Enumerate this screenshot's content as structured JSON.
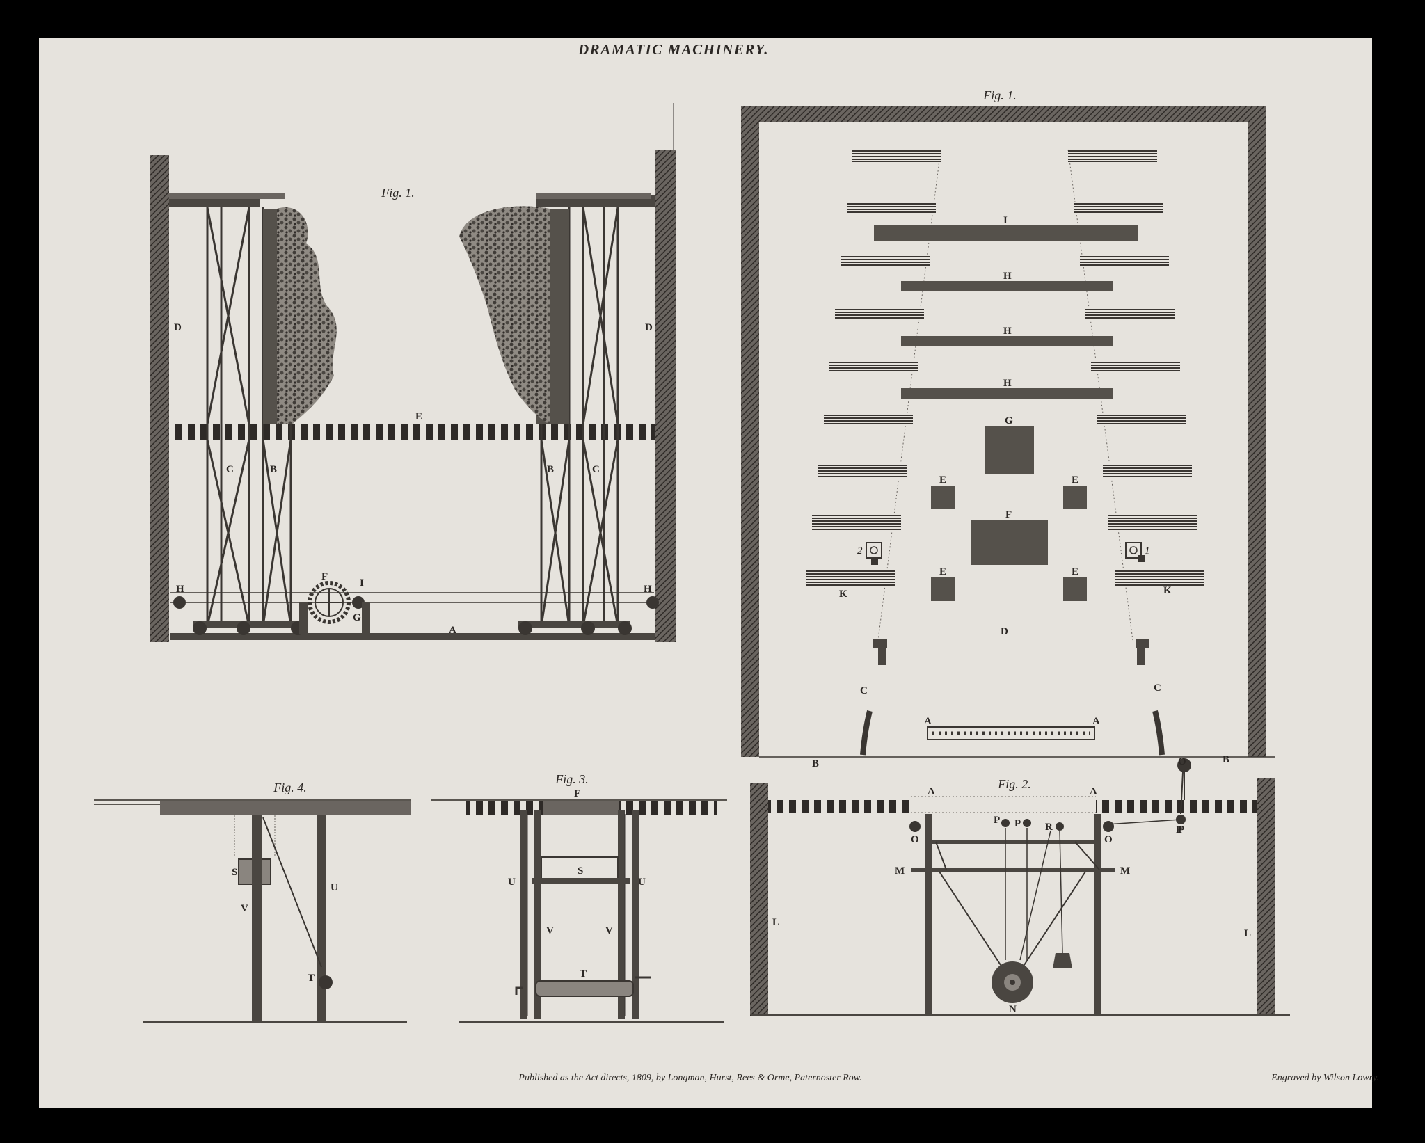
{
  "plate": {
    "title": "DRAMATIC MACHINERY.",
    "publisher_line": "Published as the Act directs, 1809, by Longman, Hurst, Rees & Orme, Paternoster Row.",
    "engraver_line": "Engraved by Wilson Lowry."
  },
  "figures": {
    "left_fig1": {
      "caption": "Fig. 1.",
      "labels": [
        "D",
        "D",
        "E",
        "C",
        "B",
        "B",
        "C",
        "F",
        "I",
        "H",
        "H",
        "G",
        "A"
      ]
    },
    "right_fig1": {
      "caption": "Fig. 1.",
      "labels": [
        "I",
        "H",
        "H",
        "H",
        "G",
        "E",
        "E",
        "F",
        "2",
        "1",
        "E",
        "E",
        "K",
        "K",
        "D",
        "C",
        "C",
        "A",
        "A",
        "B",
        "B"
      ]
    },
    "fig2": {
      "caption": "Fig. 2.",
      "labels": [
        "A",
        "A",
        "O",
        "O",
        "P",
        "P",
        "P",
        "R",
        "O",
        "P",
        "M",
        "M",
        "L",
        "L",
        "N"
      ]
    },
    "fig3": {
      "caption": "Fig. 3.",
      "labels": [
        "F",
        "S",
        "U",
        "U",
        "V",
        "V",
        "T"
      ]
    },
    "fig4": {
      "caption": "Fig. 4.",
      "labels": [
        "S",
        "U",
        "V",
        "T"
      ]
    }
  },
  "colors": {
    "paper": "#e6e3dd",
    "ink": "#3a3632",
    "foliage": "#5a5650",
    "background": "#000000"
  }
}
